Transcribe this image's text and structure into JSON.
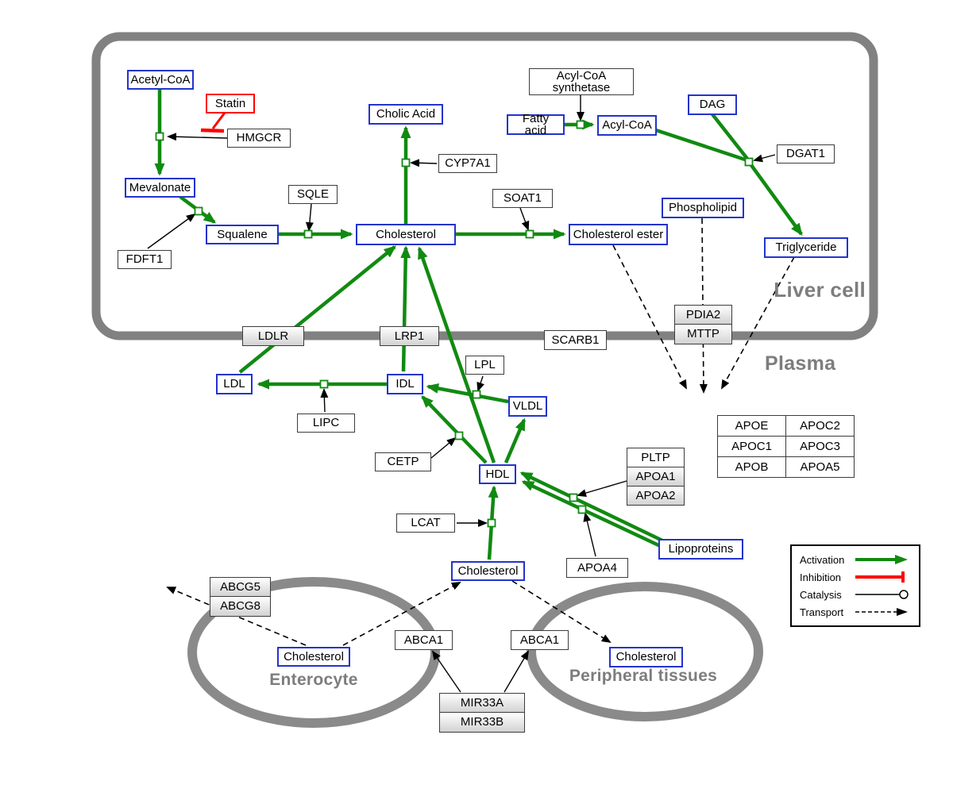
{
  "regions": {
    "liver": "Liver cell",
    "plasma": "Plasma",
    "enterocyte": "Enterocyte",
    "peripheral": "Peripheral tissues"
  },
  "nodes": {
    "acetyl_coa": {
      "label": "Acetyl-CoA",
      "type": "metabolite"
    },
    "statin": {
      "label": "Statin",
      "type": "inhibitor"
    },
    "hmgcr": {
      "label": "HMGCR",
      "type": "gene"
    },
    "mevalonate": {
      "label": "Mevalonate",
      "type": "metabolite"
    },
    "fdft1": {
      "label": "FDFT1",
      "type": "gene"
    },
    "squalene": {
      "label": "Squalene",
      "type": "metabolite"
    },
    "sqle": {
      "label": "SQLE",
      "type": "gene"
    },
    "cholic_acid": {
      "label": "Cholic Acid",
      "type": "metabolite"
    },
    "cyp7a1": {
      "label": "CYP7A1",
      "type": "gene"
    },
    "cholesterol_liver": {
      "label": "Cholesterol",
      "type": "metabolite"
    },
    "soat1": {
      "label": "SOAT1",
      "type": "gene"
    },
    "cholesterol_ester": {
      "label": "Cholesterol ester",
      "type": "metabolite"
    },
    "acyl_coa_synthetase": {
      "label": "Acyl-CoA synthetase",
      "type": "gene"
    },
    "fatty_acid": {
      "label": "Fatty acid",
      "type": "metabolite"
    },
    "acyl_coa": {
      "label": "Acyl-CoA",
      "type": "metabolite"
    },
    "dag": {
      "label": "DAG",
      "type": "metabolite"
    },
    "dgat1": {
      "label": "DGAT1",
      "type": "gene"
    },
    "phospholipid": {
      "label": "Phospholipid",
      "type": "metabolite"
    },
    "triglyceride": {
      "label": "Triglyceride",
      "type": "metabolite"
    },
    "ldlr": {
      "label": "LDLR",
      "type": "gene"
    },
    "lrp1": {
      "label": "LRP1",
      "type": "gene"
    },
    "scarb1": {
      "label": "SCARB1",
      "type": "gene"
    },
    "pdia2": {
      "label": "PDIA2",
      "type": "gene"
    },
    "mttp": {
      "label": "MTTP",
      "type": "gene"
    },
    "ldl": {
      "label": "LDL",
      "type": "metabolite"
    },
    "idl": {
      "label": "IDL",
      "type": "metabolite"
    },
    "lipc": {
      "label": "LIPC",
      "type": "gene"
    },
    "lpl": {
      "label": "LPL",
      "type": "gene"
    },
    "vldl": {
      "label": "VLDL",
      "type": "metabolite"
    },
    "cetp": {
      "label": "CETP",
      "type": "gene"
    },
    "hdl": {
      "label": "HDL",
      "type": "metabolite"
    },
    "lcat": {
      "label": "LCAT",
      "type": "gene"
    },
    "pltp": {
      "label": "PLTP",
      "type": "gene"
    },
    "apoa1": {
      "label": "APOA1",
      "type": "gene"
    },
    "apoa2": {
      "label": "APOA2",
      "type": "gene"
    },
    "apoa4": {
      "label": "APOA4",
      "type": "gene"
    },
    "lipoproteins": {
      "label": "Lipoproteins",
      "type": "metabolite"
    },
    "cholesterol_plasma": {
      "label": "Cholesterol",
      "type": "metabolite"
    },
    "abcg5": {
      "label": "ABCG5",
      "type": "gene"
    },
    "abcg8": {
      "label": "ABCG8",
      "type": "gene"
    },
    "cholesterol_enterocyte": {
      "label": "Cholesterol",
      "type": "metabolite"
    },
    "abca1_left": {
      "label": "ABCA1",
      "type": "gene"
    },
    "abca1_right": {
      "label": "ABCA1",
      "type": "gene"
    },
    "cholesterol_peripheral": {
      "label": "Cholesterol",
      "type": "metabolite"
    },
    "mir33a": {
      "label": "MIR33A",
      "type": "gene"
    },
    "mir33b": {
      "label": "MIR33B",
      "type": "gene"
    }
  },
  "apo_table": [
    [
      "APOE",
      "APOC2"
    ],
    [
      "APOC1",
      "APOC3"
    ],
    [
      "APOB",
      "APOA5"
    ]
  ],
  "legend": {
    "items": [
      {
        "label": "Activation",
        "type": "activation"
      },
      {
        "label": "Inhibition",
        "type": "inhibition"
      },
      {
        "label": "Catalysis",
        "type": "catalysis"
      },
      {
        "label": "Transport",
        "type": "transport"
      }
    ]
  },
  "colors": {
    "activation_green": "#118a11",
    "inhibition_red": "#ff0000",
    "metabolite_border_blue": "#2433cc",
    "membrane_gray": "#808080",
    "transport_black": "#000000"
  }
}
